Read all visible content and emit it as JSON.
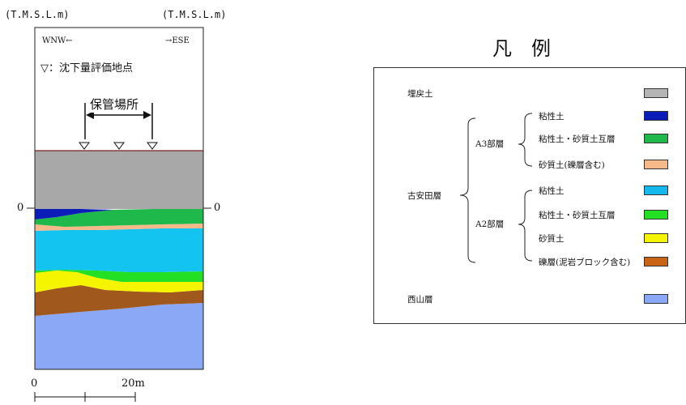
{
  "section": {
    "elev_label_left": "(T.M.S.L.m)",
    "elev_label_right": "(T.M.S.L.m)",
    "dir_left": "WNW←",
    "dir_right": "→ESE",
    "marker_note": "▽：沈下量評価地点",
    "storage_label": "保管場所",
    "zero_left": "0",
    "zero_right": "0",
    "scale_zero": "0",
    "scale_20": "20m"
  },
  "legend": {
    "title": "凡　例",
    "items": {
      "fill": {
        "label": "埋戻土",
        "color": "#b4b4b4"
      },
      "furuanda": {
        "label": "古安田層"
      },
      "a3": {
        "label": "A3部層"
      },
      "a3_clay": {
        "label": "粘性土",
        "color": "#0c1cb8"
      },
      "a3_alt": {
        "label": "粘性土・砂質土互層",
        "color": "#1fb84a"
      },
      "a3_sand": {
        "label": "砂質土(礫層含む)",
        "color": "#f5b98a"
      },
      "a2": {
        "label": "A2部層"
      },
      "a2_clay": {
        "label": "粘性土",
        "color": "#14b8ec"
      },
      "a2_alt": {
        "label": "粘性土・砂質土互層",
        "color": "#24e024"
      },
      "a2_sand": {
        "label": "砂質土",
        "color": "#f5f500"
      },
      "a2_gravel": {
        "label": "礫層(泥岩ブロック含む)",
        "color": "#c86414"
      },
      "nishiyama": {
        "label": "西山層",
        "color": "#8aa8f5"
      }
    }
  }
}
